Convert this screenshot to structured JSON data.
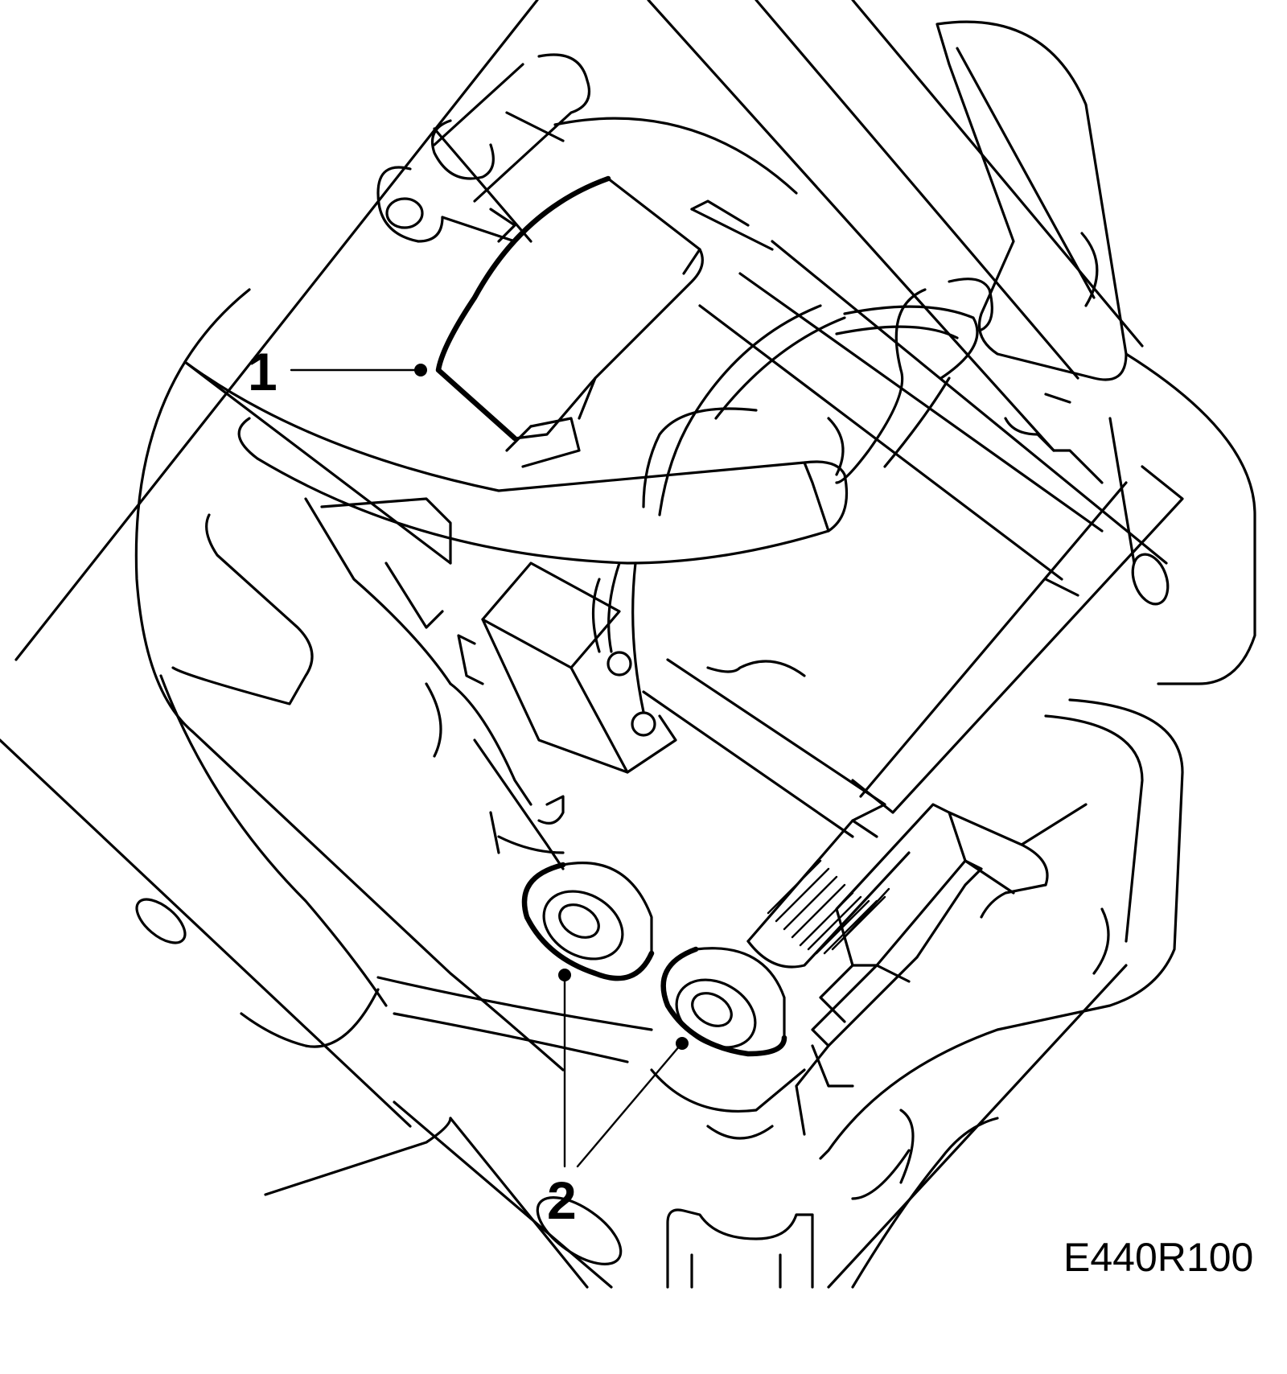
{
  "figure": {
    "code": "E440R100"
  },
  "callouts": [
    {
      "id": "1",
      "label": "1"
    },
    {
      "id": "2",
      "label": "2"
    }
  ],
  "colors": {
    "line": "#000000",
    "background": "#ffffff"
  }
}
